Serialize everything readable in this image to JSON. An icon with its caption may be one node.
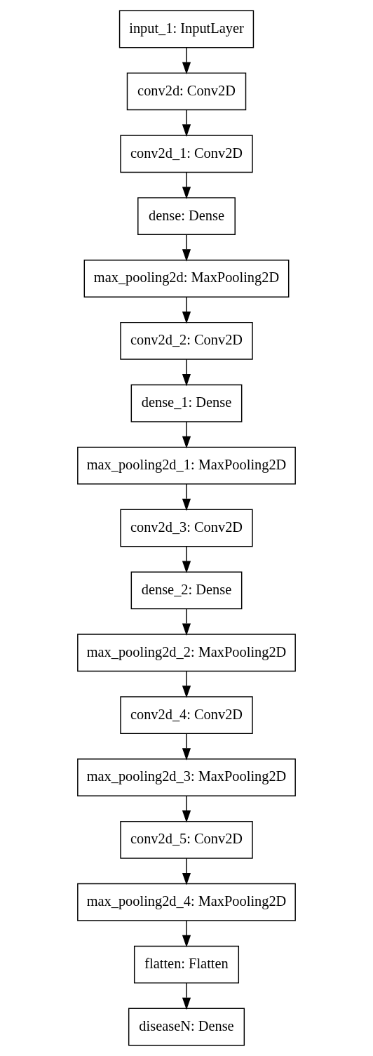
{
  "diagram": {
    "nodes": [
      {
        "text": [
          "input_1: InputLayer"
        ]
      },
      {
        "text": [
          "conv2d: Conv2D"
        ]
      },
      {
        "text": [
          "conv2d_1: Conv2D"
        ]
      },
      {
        "text": [
          "dense: Dense"
        ]
      },
      {
        "text": [
          "max_pooling2d: MaxPooling2D"
        ]
      },
      {
        "text": [
          "conv2d_2: Conv2D"
        ]
      },
      {
        "text": [
          "dense_1: Dense"
        ]
      },
      {
        "text": [
          "max_pooling2d_1: MaxPooling2D"
        ]
      },
      {
        "text": [
          "conv2d_3: Conv2D"
        ]
      },
      {
        "text": [
          "dense_2: Dense"
        ]
      },
      {
        "text": [
          "max_pooling2d_2: MaxPooling2D"
        ]
      },
      {
        "text": [
          "conv2d_4: Conv2D"
        ]
      },
      {
        "text": [
          "max_pooling2d_3: MaxPooling2D"
        ]
      },
      {
        "text": [
          "conv2d_5: Conv2D"
        ]
      },
      {
        "text": [
          "max_pooling2d_4: MaxPooling2D"
        ]
      },
      {
        "text": [
          "flatten: Flatten"
        ]
      },
      {
        "text": [
          "diseaseN: Dense"
        ]
      }
    ],
    "edges": [
      {
        "from": 0,
        "to": 1,
        "arrow": "to"
      },
      {
        "from": 1,
        "to": 2,
        "arrow": "to"
      },
      {
        "from": 2,
        "to": 3,
        "arrow": "to"
      },
      {
        "from": 3,
        "to": 4,
        "arrow": "to"
      },
      {
        "from": 4,
        "to": 5,
        "arrow": "to"
      },
      {
        "from": 5,
        "to": 6,
        "arrow": "to"
      },
      {
        "from": 6,
        "to": 7,
        "arrow": "to"
      },
      {
        "from": 7,
        "to": 8,
        "arrow": "to"
      },
      {
        "from": 8,
        "to": 9,
        "arrow": "to"
      },
      {
        "from": 9,
        "to": 10,
        "arrow": "to"
      },
      {
        "from": 10,
        "to": 11,
        "arrow": "to"
      },
      {
        "from": 11,
        "to": 12,
        "arrow": "to"
      },
      {
        "from": 12,
        "to": 13,
        "arrow": "to"
      },
      {
        "from": 13,
        "to": 14,
        "arrow": "to"
      },
      {
        "from": 14,
        "to": 15,
        "arrow": "to"
      },
      {
        "from": 15,
        "to": 16,
        "arrow": "to"
      }
    ]
  }
}
